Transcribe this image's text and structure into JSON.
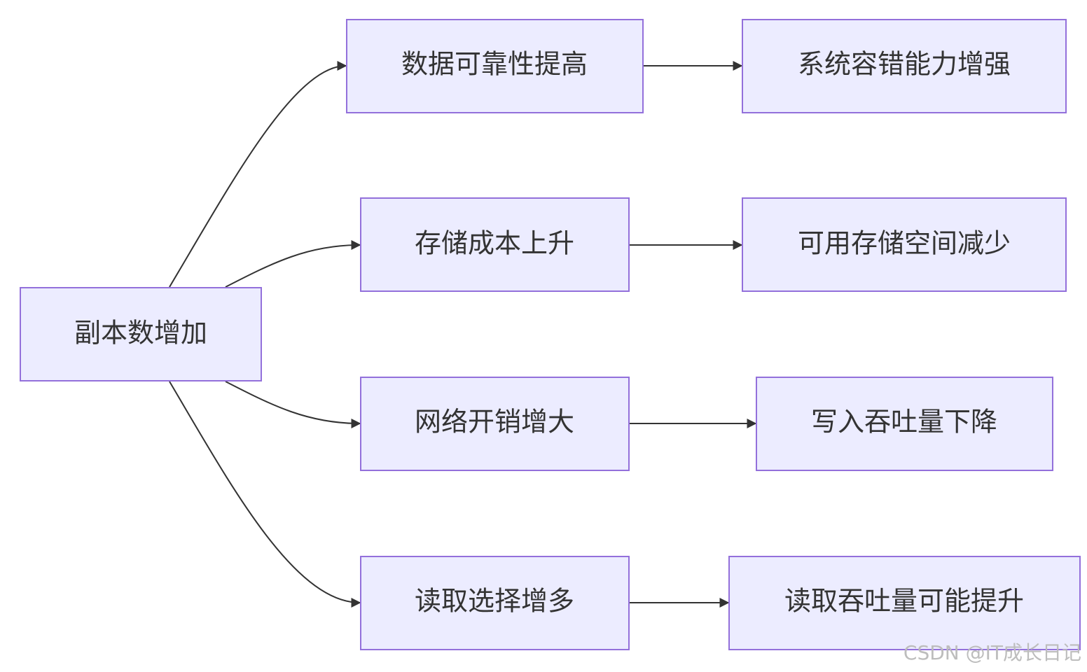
{
  "diagram": {
    "type": "flowchart",
    "direction": "left-to-right",
    "nodes": {
      "root": "副本数增加",
      "reliability_up": "数据可靠性提高",
      "fault_tolerance": "系统容错能力增强",
      "storage_cost_up": "存储成本上升",
      "available_storage_down": "可用存储空间减少",
      "network_overhead_up": "网络开销增大",
      "write_throughput_down": "写入吞吐量下降",
      "read_choices_up": "读取选择增多",
      "read_throughput_up": "读取吞吐量可能提升"
    },
    "edges": [
      {
        "from": "root",
        "to": "reliability_up"
      },
      {
        "from": "root",
        "to": "storage_cost_up"
      },
      {
        "from": "root",
        "to": "network_overhead_up"
      },
      {
        "from": "root",
        "to": "read_choices_up"
      },
      {
        "from": "reliability_up",
        "to": "fault_tolerance"
      },
      {
        "from": "storage_cost_up",
        "to": "available_storage_down"
      },
      {
        "from": "network_overhead_up",
        "to": "write_throughput_down"
      },
      {
        "from": "read_choices_up",
        "to": "read_throughput_up"
      }
    ],
    "colors": {
      "node_fill": "#ececff",
      "node_border": "#9370db",
      "edge": "#333333",
      "text": "#333333"
    }
  },
  "watermark": "CSDN @IT成长日记"
}
